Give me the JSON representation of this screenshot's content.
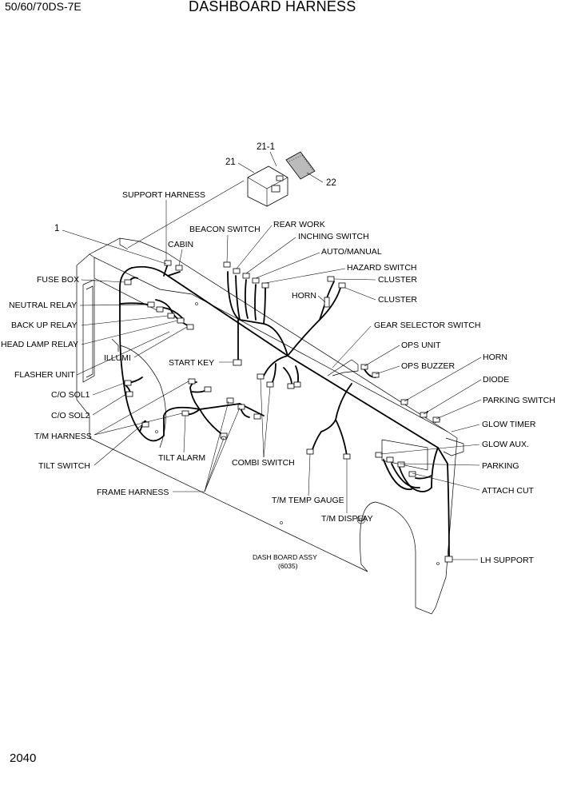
{
  "header": {
    "model": "50/60/70DS-7E",
    "title": "DASHBOARD HARNESS"
  },
  "page_number": "2040",
  "callouts": {
    "c21_1": "21-1",
    "c21": "21",
    "c22": "22",
    "c1": "1",
    "support_harness": "SUPPORT HARNESS",
    "cabin": "CABIN",
    "beacon_switch": "BEACON SWITCH",
    "rear_work": "REAR WORK",
    "inching_switch": "INCHING SWITCH",
    "auto_manual": "AUTO/MANUAL",
    "hazard_switch": "HAZARD SWITCH",
    "cluster_1": "CLUSTER",
    "cluster_2": "CLUSTER",
    "horn_top": "HORN",
    "fuse_box": "FUSE BOX",
    "neutral_relay": "NEUTRAL RELAY",
    "back_up_relay": "BACK UP RELAY",
    "head_lamp_relay": "HEAD LAMP RELAY",
    "illumi": "ILLUMI",
    "flasher_unit": "FLASHER UNIT",
    "co_sol1": "C/O SOL1",
    "co_sol2": "C/O SOL2",
    "tm_harness": "T/M HARNESS",
    "tilt_switch": "TILT SWITCH",
    "frame_harness": "FRAME HARNESS",
    "start_key": "START KEY",
    "tilt_alarm": "TILT ALARM",
    "combi_switch": "COMBI SWITCH",
    "gear_selector_switch": "GEAR SELECTOR SWITCH",
    "ops_unit": "OPS UNIT",
    "ops_buzzer": "OPS BUZZER",
    "horn_right": "HORN",
    "diode": "DIODE",
    "parking_switch": "PARKING SWITCH",
    "glow_timer": "GLOW TIMER",
    "glow_aux": "GLOW AUX.",
    "parking": "PARKING",
    "attach_cut": "ATTACH CUT",
    "tm_temp_gauge": "T/M TEMP GAUGE",
    "tm_display": "T/M DISPLAY",
    "lh_support": "LH SUPPORT",
    "dash_board_assy": "DASH BOARD ASSY",
    "dash_board_code": "(6035)"
  }
}
